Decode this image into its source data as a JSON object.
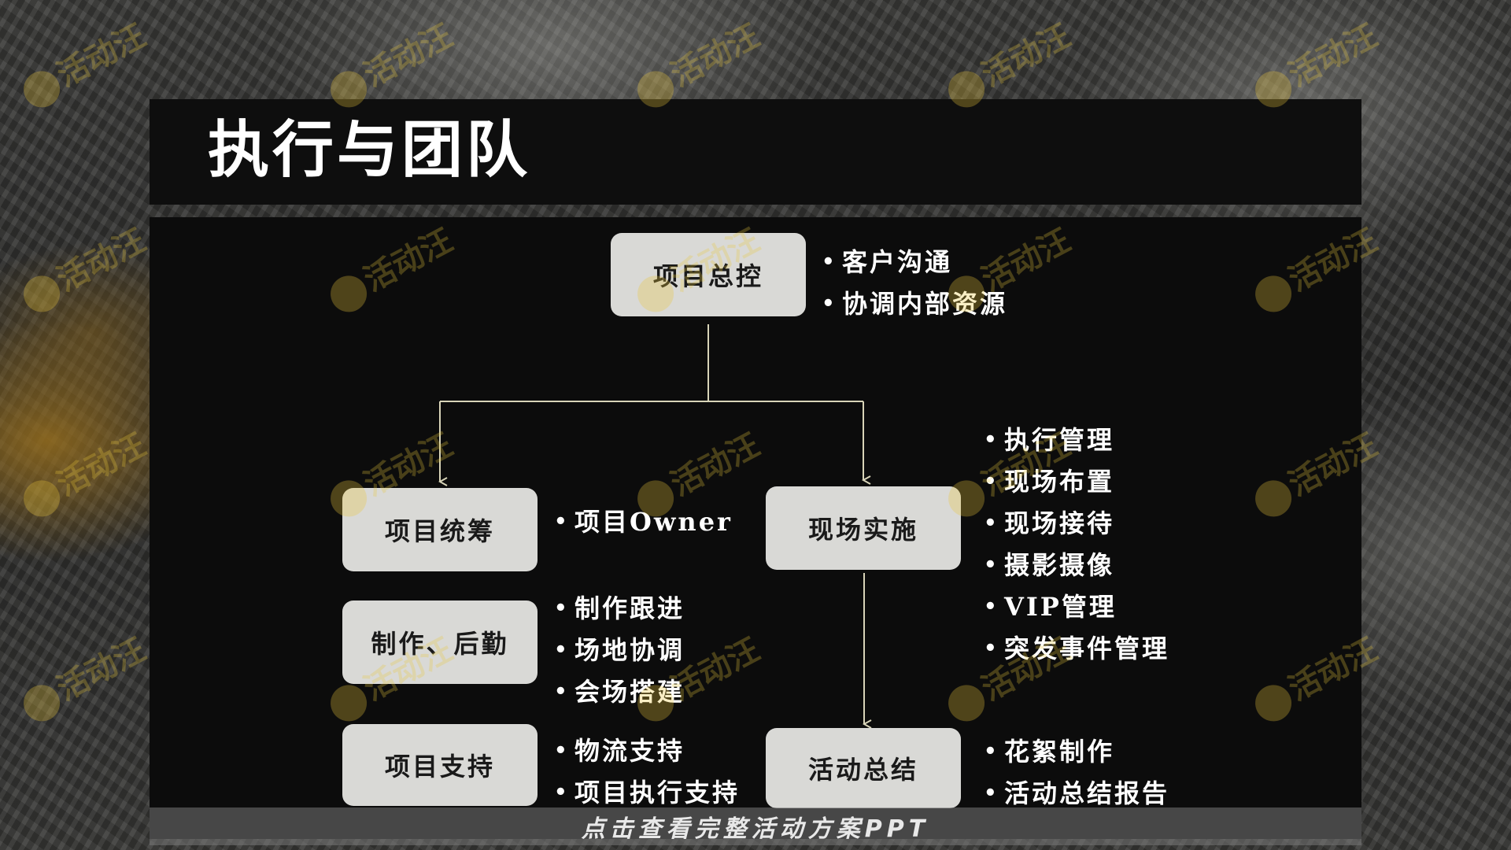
{
  "title": "执行与团队",
  "watermark_text": "活动汪",
  "bottom_banner": "点击查看完整活动方案PPT",
  "bullet_glyph": "•",
  "boxes": {
    "top": "项目总控",
    "left1": "项目统筹",
    "left2": "制作、后勤",
    "left3": "项目支持",
    "right1": "现场实施",
    "right2": "活动总结"
  },
  "bullets": {
    "top": [
      "客户沟通",
      "协调内部资源"
    ],
    "left1": [
      "项目Owner"
    ],
    "left2": [
      "制作跟进",
      "场地协调",
      "会场搭建"
    ],
    "left3": [
      "物流支持",
      "项目执行支持"
    ],
    "right1": [
      "执行管理",
      "现场布置",
      "现场接待",
      "摄影摄像",
      "VIP管理",
      "突发事件管理"
    ],
    "right2": [
      "花絮制作",
      "活动总结报告"
    ]
  },
  "colors": {
    "panel": "#0c0c0c",
    "box_fill": "#d9d9d6",
    "connector": "#d8d4b8",
    "watermark": "#ebc83c"
  }
}
